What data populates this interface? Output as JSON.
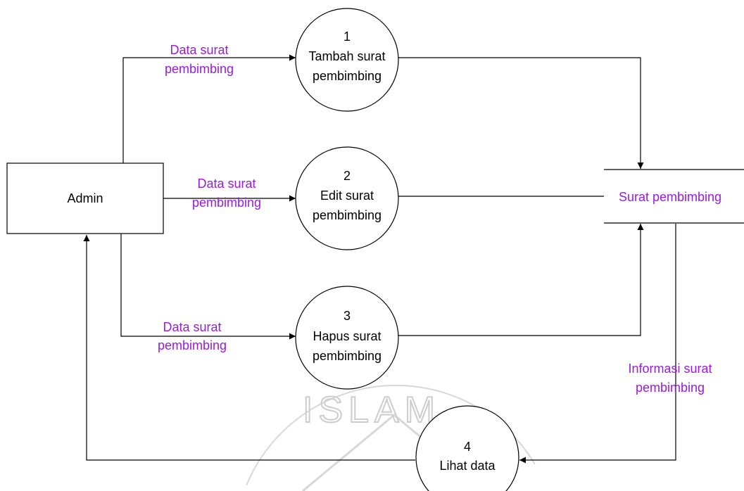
{
  "colors": {
    "flow_label": "#9b19e0",
    "line": "#000000",
    "watermark": "#c8c8c8"
  },
  "entity": {
    "name": "Admin"
  },
  "processes": [
    {
      "number": "1",
      "line1": "Tambah surat",
      "line2": "pembimbing"
    },
    {
      "number": "2",
      "line1": "Edit surat",
      "line2": "pembimbing"
    },
    {
      "number": "3",
      "line1": "Hapus surat",
      "line2": "pembimbing"
    },
    {
      "number": "4",
      "line1": "Lihat data"
    }
  ],
  "datastore": {
    "name": "Surat pembimbing"
  },
  "flows": [
    {
      "line1": "Data surat",
      "line2": "pembimbing"
    },
    {
      "line1": "Data surat",
      "line2": "pembimbing"
    },
    {
      "line1": "Data surat",
      "line2": "pembimbing"
    },
    {
      "line1": "Informasi surat",
      "line2": "pembimbing"
    }
  ],
  "watermark": {
    "text": "ISLAM"
  }
}
